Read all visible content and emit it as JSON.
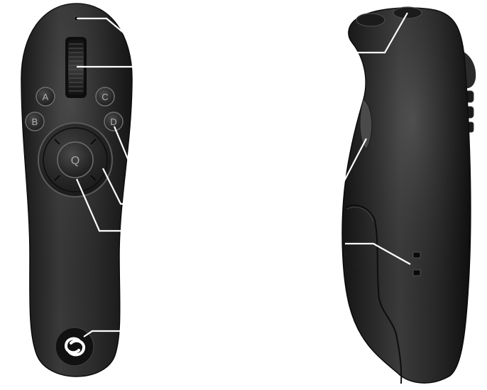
{
  "buttons": {
    "a": "A",
    "b": "B",
    "c": "C",
    "d": "D",
    "q": "Q"
  },
  "colors": {
    "body": "#2a2a2a",
    "body_highlight": "#555555",
    "button": "#333333",
    "button_rim": "#6e6e6e",
    "label": "#b0b0b0",
    "callout_line": "#ffffff"
  },
  "icons": {
    "logo": "g-swirl-logo-icon"
  }
}
